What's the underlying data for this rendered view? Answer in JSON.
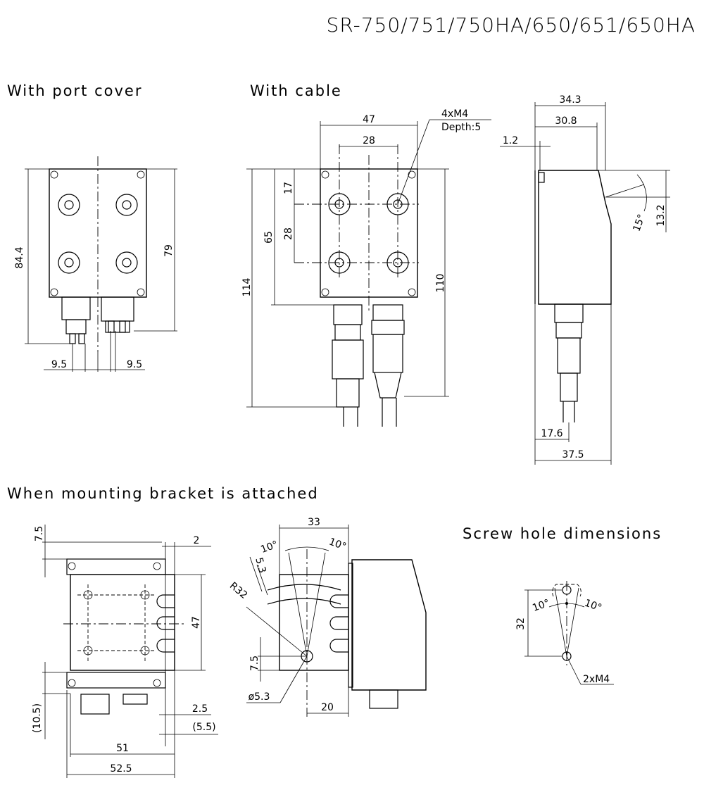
{
  "title": "SR-750/751/750HA/650/651/650HA",
  "sections": {
    "port_cover": "With port cover",
    "cable": "With cable",
    "bracket": "When mounting bracket is attached",
    "screw_hole": "Screw hole dimensions"
  },
  "dims": {
    "pc_height_total": "84.4",
    "pc_height_body": "79",
    "pc_port_left": "9.5",
    "pc_port_right": "9.5",
    "cb_width": "47",
    "cb_hole_pitch_x": "28",
    "cb_thread_line1": "4xM4",
    "cb_thread_line2": "Depth:5",
    "cb_total_height": "114",
    "cb_hole_from_top": "65",
    "cb_top_offset": "17",
    "cb_hole_pitch_y": "28",
    "cb_height_110": "110",
    "sv_depth_total": "34.3",
    "sv_depth_30": "30.8",
    "sv_offset": "1.2",
    "sv_angle": "15°",
    "sv_window": "13.2",
    "sv_cable_offset": "17.6",
    "sv_total_with_cable": "37.5",
    "br_top": "7.5",
    "br_plate": "2",
    "br_height": "47",
    "br_bottom": "(10.5)",
    "br_side_25": "2.5",
    "br_side_55": "(5.5)",
    "br_width_51": "51",
    "br_width_525": "52.5",
    "br2_width": "33",
    "br2_angle_left": "10°",
    "br2_angle_right": "10°",
    "br2_slot": "5.3",
    "br2_radius": "R32",
    "br2_pivot": "7.5",
    "br2_hole": "ø5.3",
    "br2_offset": "20",
    "sh_angle_left": "10°",
    "sh_angle_right": "10°",
    "sh_radius": "32",
    "sh_thread": "2xM4"
  }
}
